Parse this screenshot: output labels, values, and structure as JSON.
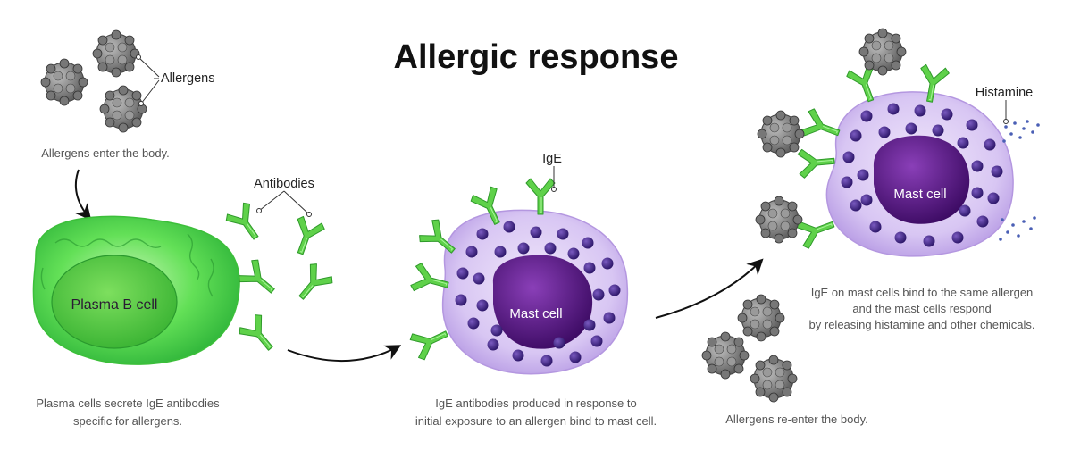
{
  "title": "Allergic response",
  "labels": {
    "allergens": "Allergens",
    "antibodies": "Antibodies",
    "ige": "IgE",
    "histamine": "Histamine",
    "plasma_cell": "Plasma B cell",
    "mast_cell_1": "Mast cell",
    "mast_cell_2": "Mast cell"
  },
  "captions": {
    "step1": "Allergens enter the body.",
    "step2_line1": "Plasma cells secrete IgE antibodies",
    "step2_line2": "specific for allergens.",
    "step3_line1": "IgE antibodies produced in response to",
    "step3_line2": "initial exposure to an allergen bind to mast cell.",
    "step4": "Allergens re-enter the body.",
    "step5_line1": "IgE on mast cells bind to the same allergen",
    "step5_line2": "and the mast cells respond",
    "step5_line3": "by releasing histamine and other chemicals."
  },
  "colors": {
    "antibody_green": "#5fd14a",
    "plasma_green": "#4ddb4a",
    "mast_lilac": "#d3bff2",
    "granule_purple": "#4a2a8a",
    "nucleus_purple": "#5a1d8a",
    "allergen_gray": "#8a8a8a",
    "histamine_blue": "#4a5fb5"
  }
}
